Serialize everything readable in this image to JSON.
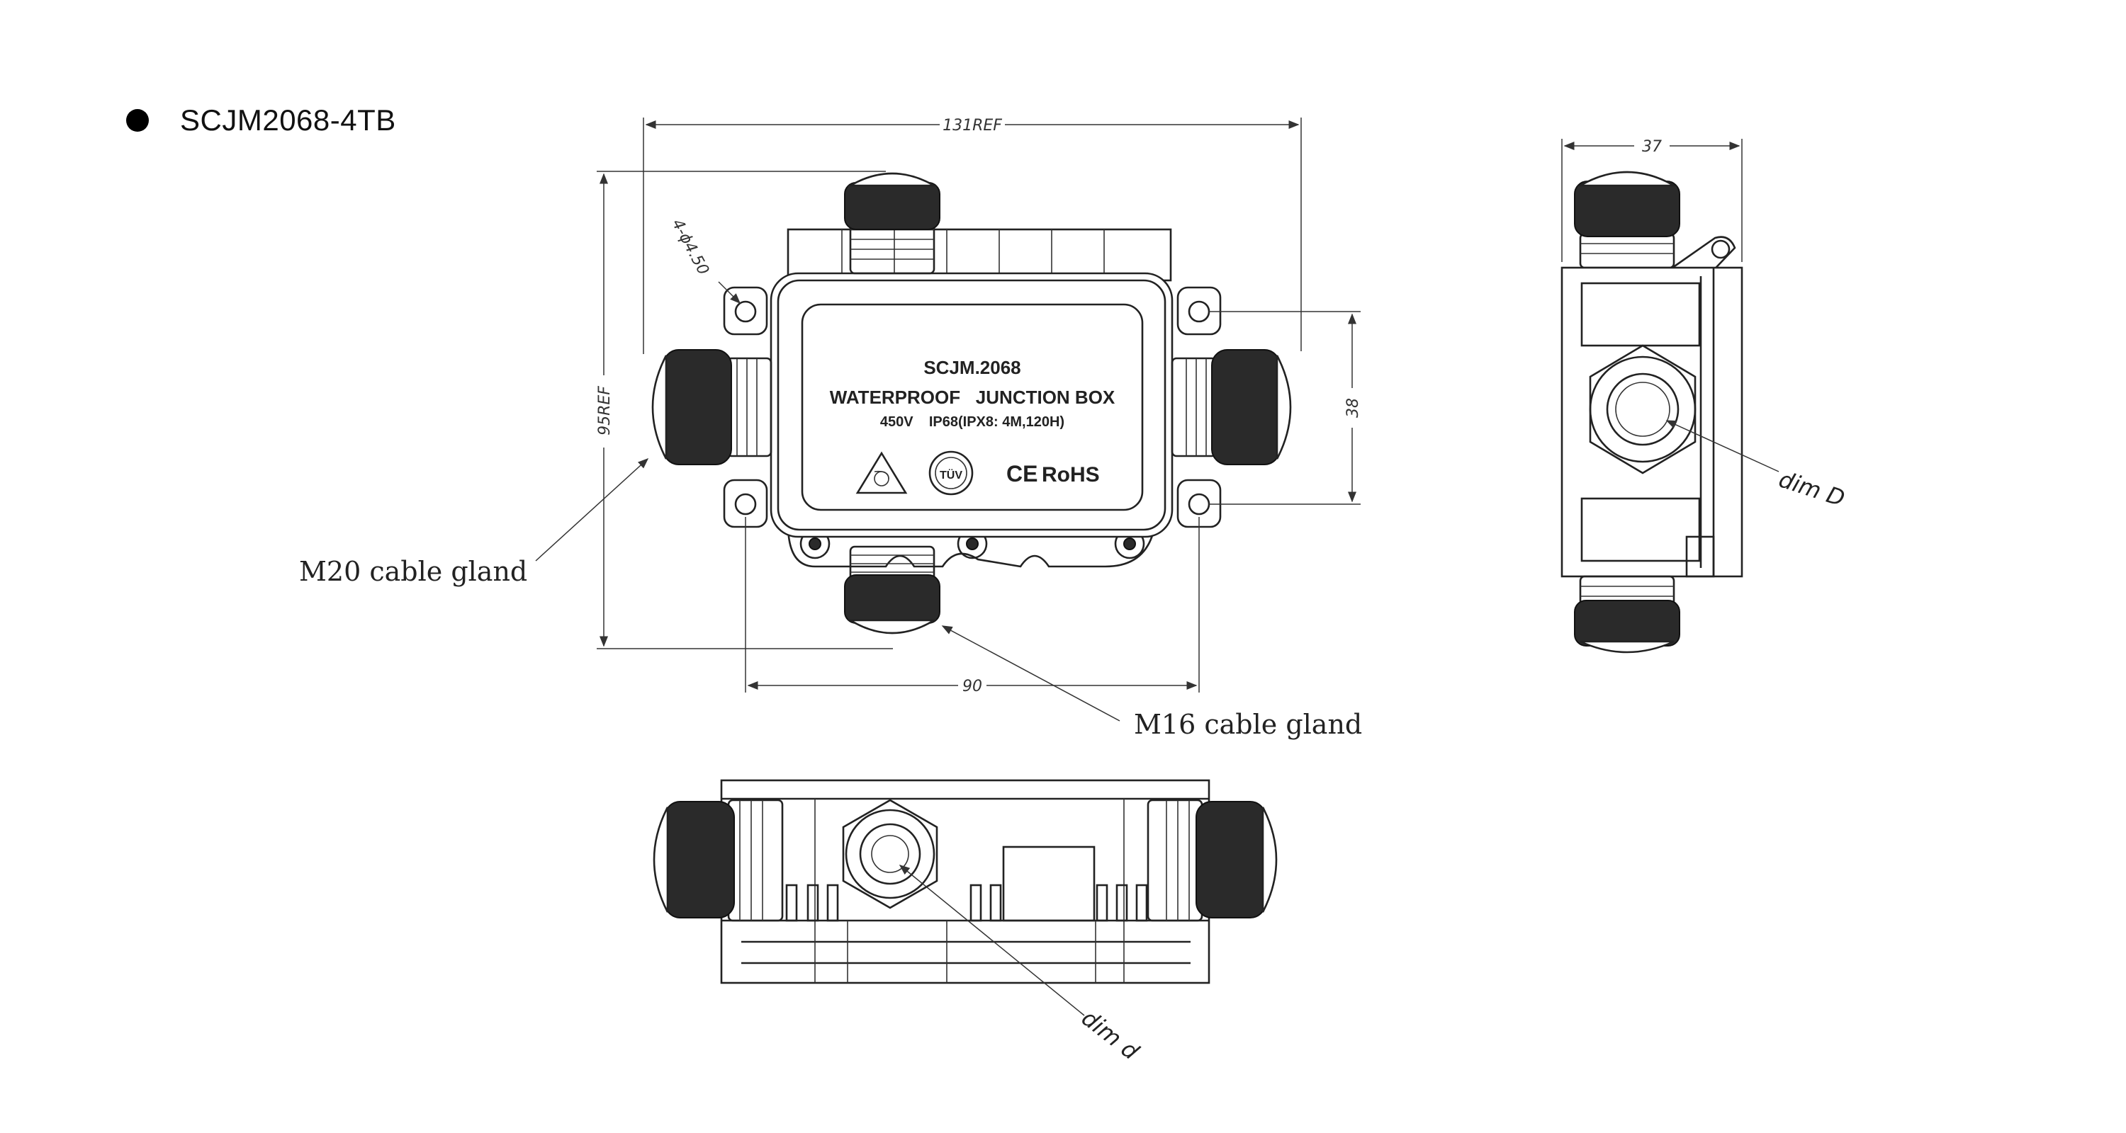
{
  "header": {
    "title": "SCJM2068-4TB"
  },
  "plate": {
    "model": "SCJM.2068",
    "line1": "WATERPROOF   JUNCTION BOX",
    "line2": "450V    IP68(IPX8: 4M,120H)",
    "mark_ce": "CE",
    "mark_rohs": "RoHS",
    "mark_tuv": "TÜV"
  },
  "dimensions": {
    "width_ref": "131REF",
    "height_ref": "95REF",
    "hole_pitch_x": "90",
    "hole_pitch_y": "38",
    "hole_spec": "4-ϕ4.50",
    "depth": "37"
  },
  "callouts": {
    "m20": "M20 cable gland",
    "m16": "M16 cable gland",
    "dim_D": "dim D",
    "dim_d": "dim d"
  }
}
